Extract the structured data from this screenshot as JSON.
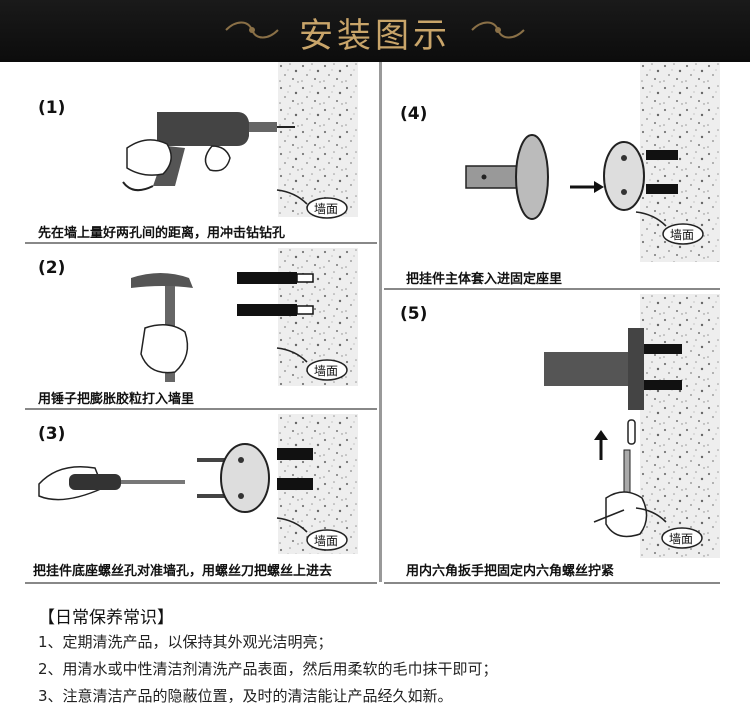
{
  "header": {
    "title": "安装图示"
  },
  "steps": [
    {
      "num": "(1)",
      "caption": "先在墙上量好两孔间的距离，用冲击钻钻孔",
      "wall_label": "墙面"
    },
    {
      "num": "(2)",
      "caption": "用锤子把膨胀胶粒打入墙里",
      "wall_label": "墙面"
    },
    {
      "num": "(3)",
      "caption": "把挂件底座螺丝孔对准墙孔，用螺丝刀把螺丝上进去",
      "wall_label": "墙面"
    },
    {
      "num": "(4)",
      "caption": "把挂件主体套入进固定座里",
      "wall_label": "墙面"
    },
    {
      "num": "(5)",
      "caption": "用内六角扳手把固定内六角螺丝拧紧",
      "wall_label": "墙面"
    }
  ],
  "care": {
    "title": "【日常保养常识】",
    "items": [
      "1、定期清洗产品，以保持其外观光洁明亮；",
      "2、用清水或中性清洁剂清洗产品表面，然后用柔软的毛巾抹干即可；",
      "3、注意清洁产品的隐蔽位置，及时的清洁能让产品经久如新。"
    ]
  },
  "colors": {
    "header_bg": "#111111",
    "title_gold": "#c9a56a"
  }
}
